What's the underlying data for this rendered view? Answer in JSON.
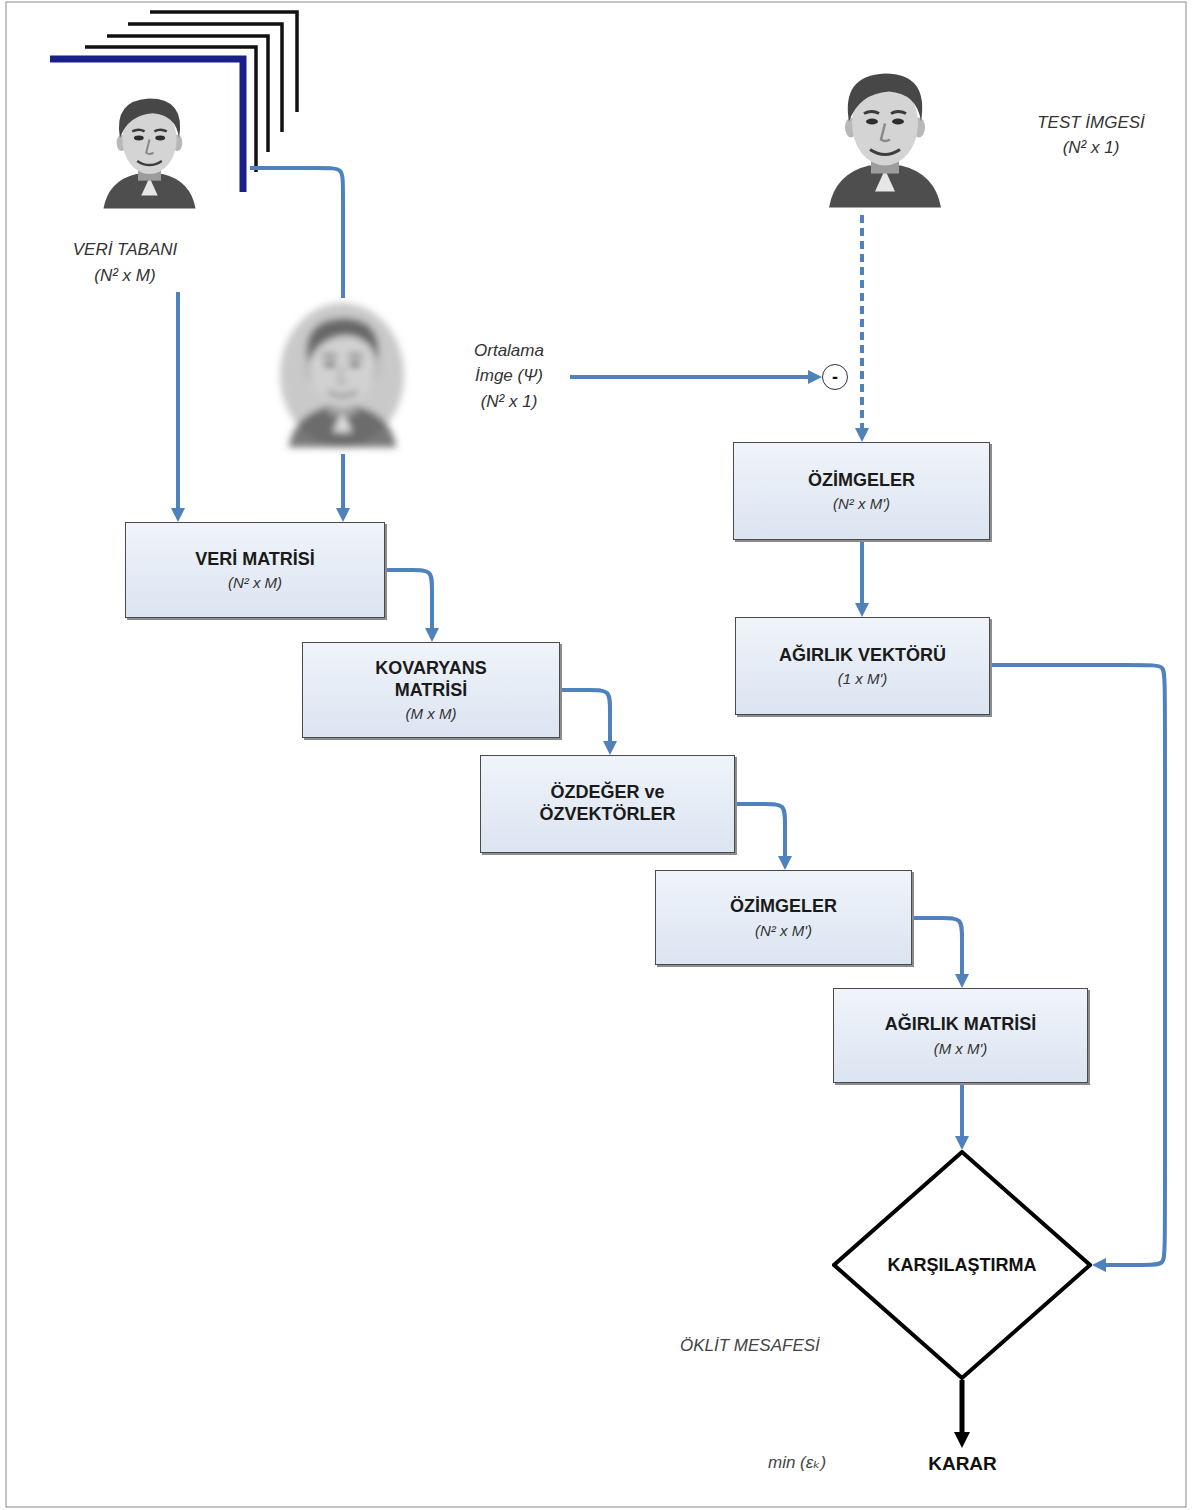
{
  "diagram": {
    "nodes": [
      {
        "text": [
          "VERİ TABANI",
          "(N² x M)"
        ]
      },
      {
        "text": [
          "TEST İMGESİ",
          "(N² x 1)"
        ]
      },
      {
        "text": [
          "Ortalama İmge (Ψ)",
          "(N² x 1)"
        ]
      },
      {
        "text": [
          "-"
        ]
      },
      {
        "text": [
          "VERİ MATRİSİ",
          "(N² x M)"
        ]
      },
      {
        "text": [
          "ÖZİMGELER",
          "(N² x M')"
        ]
      },
      {
        "text": [
          "KOVARYANS MATRİSİ",
          "(M x M)"
        ]
      },
      {
        "text": [
          "AĞIRLIK VEKTÖRÜ",
          "(1 x M')"
        ]
      },
      {
        "text": [
          "ÖZDEĞER ve ÖZVEKTÖRLER"
        ]
      },
      {
        "text": [
          "ÖZİMGELER",
          "(N² x M')"
        ]
      },
      {
        "text": [
          "AĞIRLIK MATRİSİ",
          "(M x M')"
        ]
      },
      {
        "text": [
          "KARŞILAŞTIRMA"
        ]
      },
      {
        "text": [
          "KARAR"
        ]
      }
    ],
    "edges": [
      {
        "from": 0,
        "to": 2,
        "arrow": "none"
      },
      {
        "from": 0,
        "to": 4,
        "arrow": "to"
      },
      {
        "from": 2,
        "to": 4,
        "arrow": "to"
      },
      {
        "from": 2,
        "to": 3,
        "arrow": "to"
      },
      {
        "from": 1,
        "to": 5,
        "arrow": "to"
      },
      {
        "from": 4,
        "to": 6,
        "arrow": "to"
      },
      {
        "from": 5,
        "to": 7,
        "arrow": "to"
      },
      {
        "from": 6,
        "to": 8,
        "arrow": "to"
      },
      {
        "from": 8,
        "to": 9,
        "arrow": "to"
      },
      {
        "from": 9,
        "to": 10,
        "arrow": "to"
      },
      {
        "from": 10,
        "to": 11,
        "arrow": "to"
      },
      {
        "from": 7,
        "to": 11,
        "arrow": "to"
      },
      {
        "from": 11,
        "to": 12,
        "arrow": "to"
      }
    ],
    "labels": [
      "ÖKLİT MESAFESİ",
      "min (εₖ)"
    ]
  }
}
